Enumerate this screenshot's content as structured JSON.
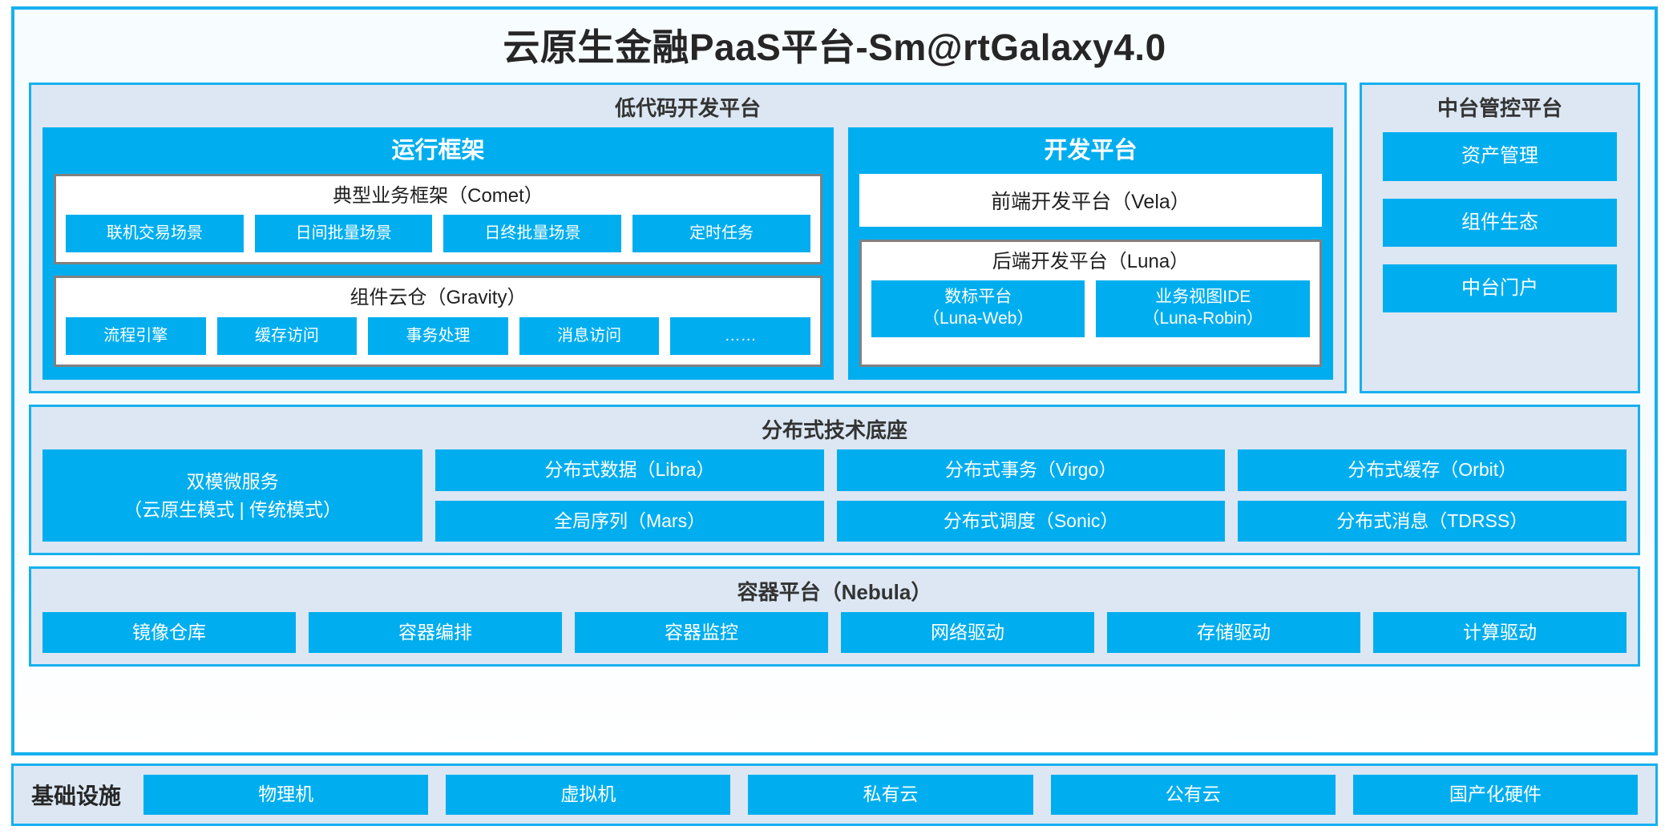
{
  "colors": {
    "accent_blue": "#00AEEF",
    "border_blue": "#16b0ef",
    "panel_bg": "#dce7f3",
    "box_border_gray": "#808080",
    "text_dark": "#262626"
  },
  "title": "云原生金融PaaS平台-Sm@rtGalaxy4.0",
  "lowcode": {
    "title": "低代码开发平台",
    "runtime": {
      "title": "运行框架",
      "comet": {
        "title": "典型业务框架（Comet）",
        "items": [
          "联机交易场景",
          "日间批量场景",
          "日终批量场景",
          "定时任务"
        ]
      },
      "gravity": {
        "title": "组件云仓（Gravity）",
        "items": [
          "流程引擎",
          "缓存访问",
          "事务处理",
          "消息访问",
          "……"
        ]
      }
    },
    "devplat": {
      "title": "开发平台",
      "frontend": "前端开发平台（Vela）",
      "backend": {
        "title": "后端开发平台（Luna）",
        "items": [
          {
            "name": "数标平台",
            "code": "（Luna-Web）"
          },
          {
            "name": "业务视图IDE",
            "code": "（Luna-Robin）"
          }
        ]
      }
    }
  },
  "midplat": {
    "title": "中台管控平台",
    "items": [
      "资产管理",
      "组件生态",
      "中台门户"
    ]
  },
  "distbase": {
    "title": "分布式技术底座",
    "microservice": {
      "line1": "双模微服务",
      "line2": "（云原生模式 | 传统模式）"
    },
    "columns": [
      [
        "分布式数据（Libra）",
        "全局序列（Mars）"
      ],
      [
        "分布式事务（Virgo）",
        "分布式调度（Sonic）"
      ],
      [
        "分布式缓存（Orbit）",
        "分布式消息（TDRSS）"
      ]
    ]
  },
  "container": {
    "title": "容器平台（Nebula）",
    "items": [
      "镜像仓库",
      "容器编排",
      "容器监控",
      "网络驱动",
      "存储驱动",
      "计算驱动"
    ]
  },
  "infra": {
    "label": "基础设施",
    "items": [
      "物理机",
      "虚拟机",
      "私有云",
      "公有云",
      "国产化硬件"
    ]
  }
}
